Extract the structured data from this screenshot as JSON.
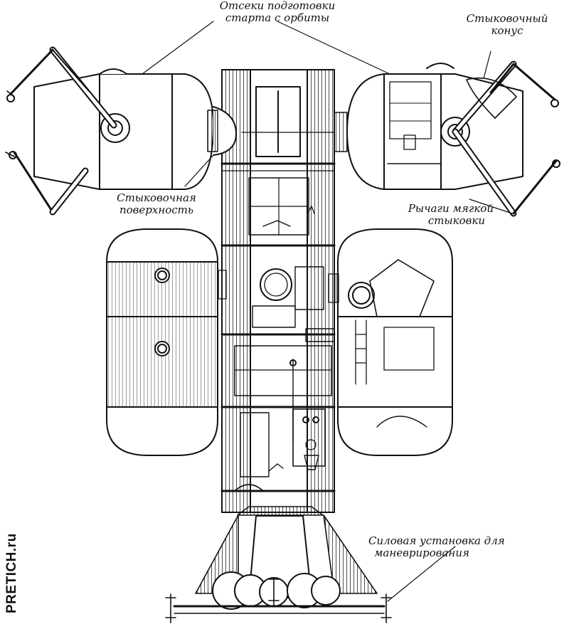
{
  "labels": {
    "launch_bays_line1": "Отсеки подготовки",
    "launch_bays_line2": "старта с орбиты",
    "docking_cone_line1": "Стыковочный",
    "docking_cone_line2": "конус",
    "docking_surface_line1": "Стыковочная",
    "docking_surface_line2": "поверхность",
    "soft_docking_line1": "Рычаги мягкой",
    "soft_docking_line2": "стыковки",
    "power_unit_line1": "Силовая установка для",
    "power_unit_line2": "маневрирования"
  },
  "watermark": "PRETICH.ru"
}
